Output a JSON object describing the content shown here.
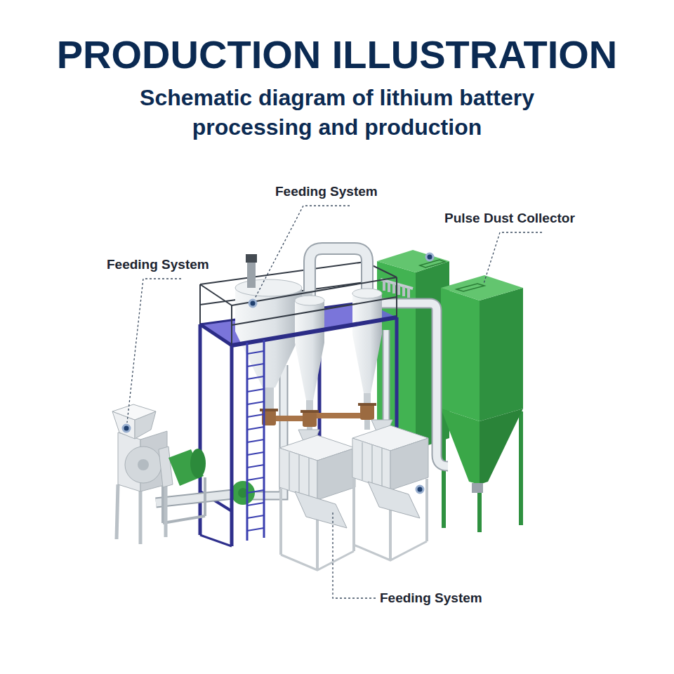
{
  "diagram": {
    "title": "PRODUCTION ILLUSTRATION",
    "labels": [
      "Schematic diagram of lithium battery processing and production",
      "Feeding System",
      "Pulse Dust Collector",
      "Feeding System",
      "Feeding System"
    ]
  }
}
